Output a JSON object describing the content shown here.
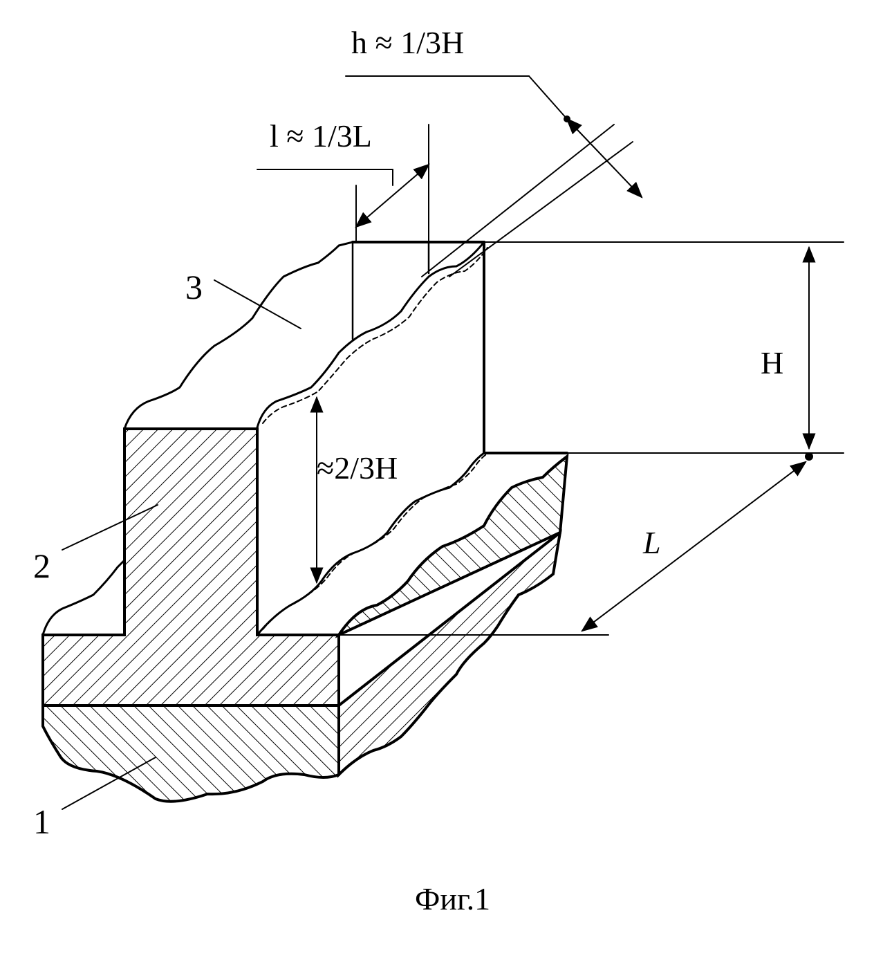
{
  "figure": {
    "caption": "Фиг.1",
    "dimensions": {
      "h": "h ≈ 1/3H",
      "l": "l ≈ 1/3L",
      "H": "H",
      "two_thirds_H": "≈2/3H",
      "L": "L"
    },
    "parts": [
      "1",
      "2",
      "3"
    ]
  }
}
